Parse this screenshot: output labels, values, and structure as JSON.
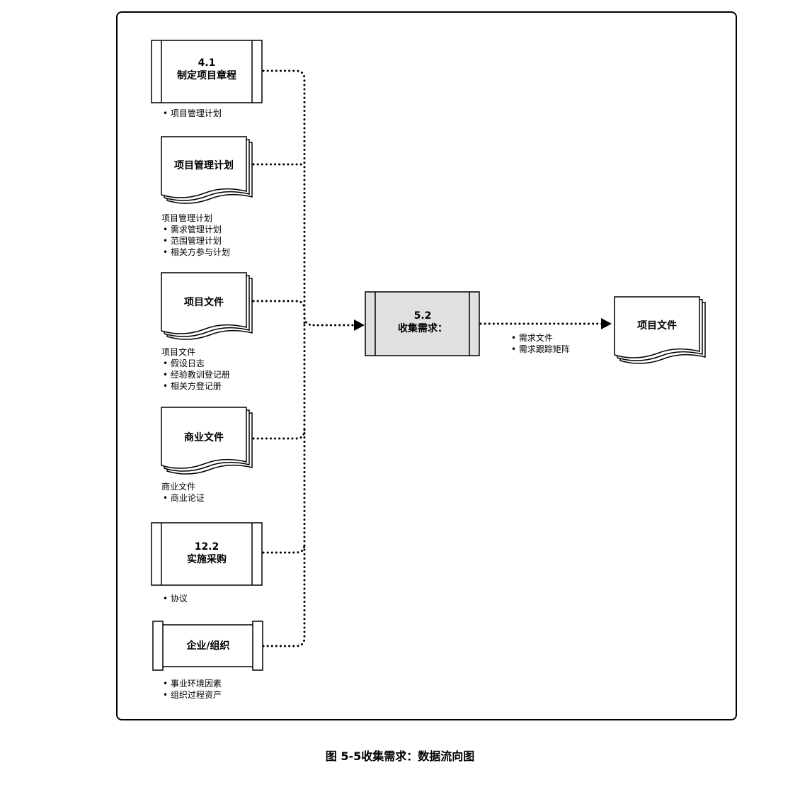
{
  "inputs": {
    "charter": {
      "number": "4.1",
      "name": "制定项目章程",
      "bullets": [
        "项目管理计划"
      ]
    },
    "pm_plan": {
      "name": "项目管理计划",
      "list_title": "项目管理计划",
      "bullets": [
        "需求管理计划",
        "范围管理计划",
        "相关方参与计划"
      ]
    },
    "project_docs": {
      "name": "项目文件",
      "list_title": "项目文件",
      "bullets": [
        "假设日志",
        "经验教训登记册",
        "相关方登记册"
      ]
    },
    "business_docs": {
      "name": "商业文件",
      "list_title": "商业文件",
      "bullets": [
        "商业论证"
      ]
    },
    "procurement": {
      "number": "12.2",
      "name": "实施采购",
      "bullets": [
        "协议"
      ]
    },
    "enterprise": {
      "name": "企业/组织",
      "bullets": [
        "事业环境因素",
        "组织过程资产"
      ]
    }
  },
  "process": {
    "number": "5.2",
    "name": "收集需求："
  },
  "output": {
    "name": "项目文件",
    "bullets": [
      "需求文件",
      "需求跟踪矩阵"
    ]
  },
  "caption": "图 5-5收集需求：数据流向图",
  "colors": {
    "process_fill": "#e0e0e0",
    "line": "#000000",
    "background": "#ffffff"
  }
}
